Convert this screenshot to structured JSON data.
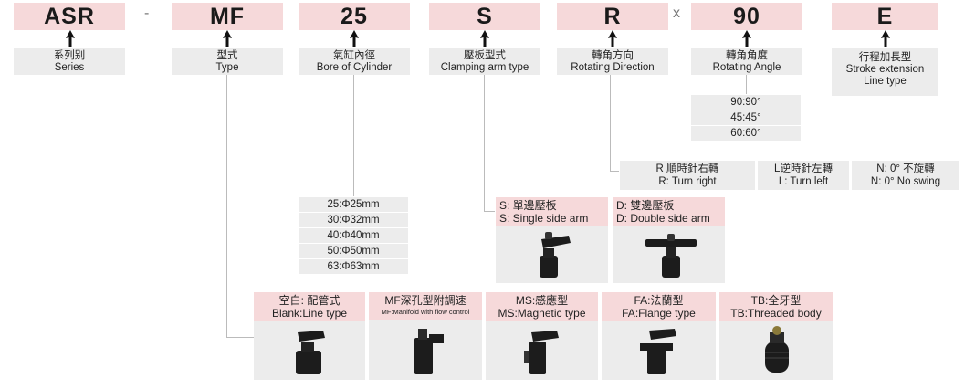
{
  "codes": {
    "asr": "ASR",
    "mf": "MF",
    "bore": "25",
    "arm": "S",
    "dir": "R",
    "angle": "90",
    "ext": "E"
  },
  "separators": {
    "dash1": "-",
    "x": "x"
  },
  "labels": {
    "series": {
      "cn": "系列别",
      "en": "Series"
    },
    "type": {
      "cn": "型式",
      "en": "Type"
    },
    "bore": {
      "cn": "氣缸內徑",
      "en": "Bore of Cylinder"
    },
    "arm": {
      "cn": "壓板型式",
      "en": "Clamping arm type"
    },
    "dir": {
      "cn": "轉角方向",
      "en": "Rotating Direction"
    },
    "angle": {
      "cn": "轉角角度",
      "en": "Rotating Angle"
    },
    "ext": {
      "cn": "行程加長型",
      "en1": "Stroke extension",
      "en2": "Line type"
    }
  },
  "angles": [
    "90:90°",
    "45:45°",
    "60:60°"
  ],
  "directions": [
    {
      "cn": "R 順時針右轉",
      "en": "R:  Turn right"
    },
    {
      "cn": "L逆時針左轉",
      "en": "L:  Turn left"
    },
    {
      "cn": "N:  0°  不旋轉",
      "en": "N:  0°  No swing"
    }
  ],
  "bores": [
    "25:Φ25mm",
    "30:Φ32mm",
    "40:Φ40mm",
    "50:Φ50mm",
    "63:Φ63mm"
  ],
  "arms": [
    {
      "cn": "S:  單邊壓板",
      "en": "S:  Single side arm"
    },
    {
      "cn": "D:  雙邊壓板",
      "en": "D:  Double side arm"
    }
  ],
  "types": [
    {
      "cn": "空白:  配管式",
      "en": "Blank:Line type"
    },
    {
      "cn": "MF深孔型附調速",
      "en": "MF:Manifold with flow control"
    },
    {
      "cn": "MS:感應型",
      "en": "MS:Magnetic type"
    },
    {
      "cn": "FA:法蘭型",
      "en": "FA:Flange type"
    },
    {
      "cn": "TB:全牙型",
      "en": "TB:Threaded body"
    }
  ],
  "colors": {
    "header": "#f6d9da",
    "panel": "#ececec",
    "part": "#1c1c1c"
  }
}
